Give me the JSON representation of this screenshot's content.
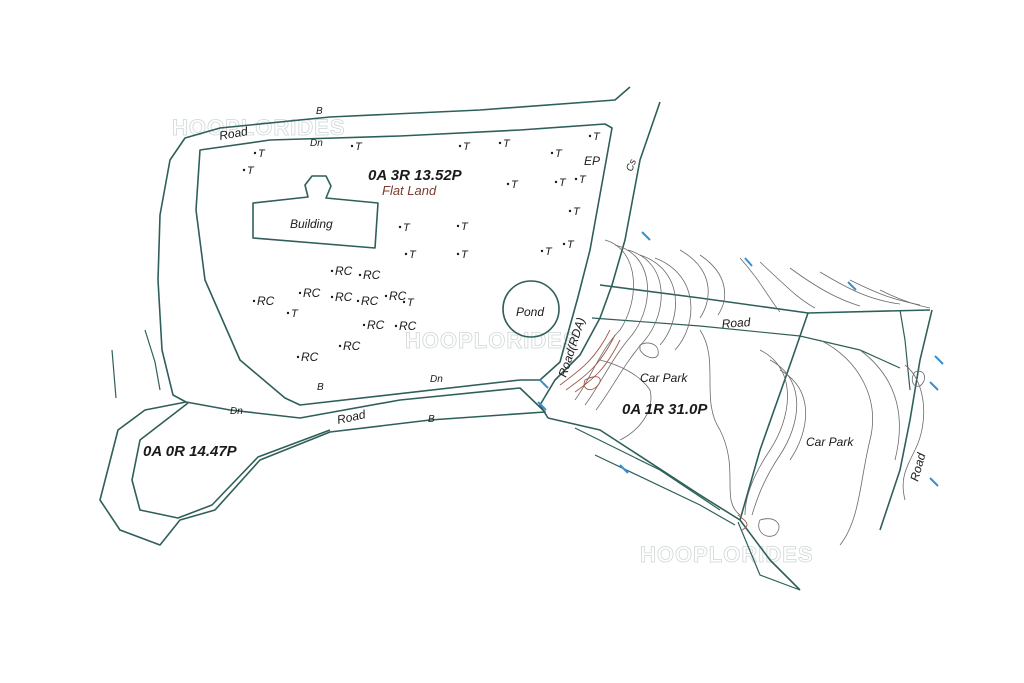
{
  "parcels": {
    "north": {
      "area": "0A 3R 13.52P",
      "land_type": "Flat Land"
    },
    "south_west": {
      "area": "0A 0R 14.47P"
    },
    "east": {
      "area": "0A 1R 31.0P"
    }
  },
  "features": {
    "building": "Building",
    "pond": "Pond",
    "car_park_1": "Car Park",
    "car_park_2": "Car Park",
    "ep": "EP",
    "rda_road": "Road(RDA)"
  },
  "roads": {
    "road_nw": "Road",
    "road_south": "Road",
    "road_east": "Road",
    "road_far_east": "Road"
  },
  "marks": {
    "b_north": "B",
    "b_mid": "B",
    "b_south": "B",
    "dn_north": "Dn",
    "dn_mid": "Dn",
    "dn_west": "Dn",
    "cs": "Cs"
  },
  "tree_label": "T",
  "rc_label": "RC",
  "watermark": "HOOPLORIDES",
  "colors": {
    "boundary": "#2f5f5a",
    "contour": "#6a6a6a",
    "slope_contour": "#a05a4a",
    "survey_tick": "#3a8fd0"
  }
}
